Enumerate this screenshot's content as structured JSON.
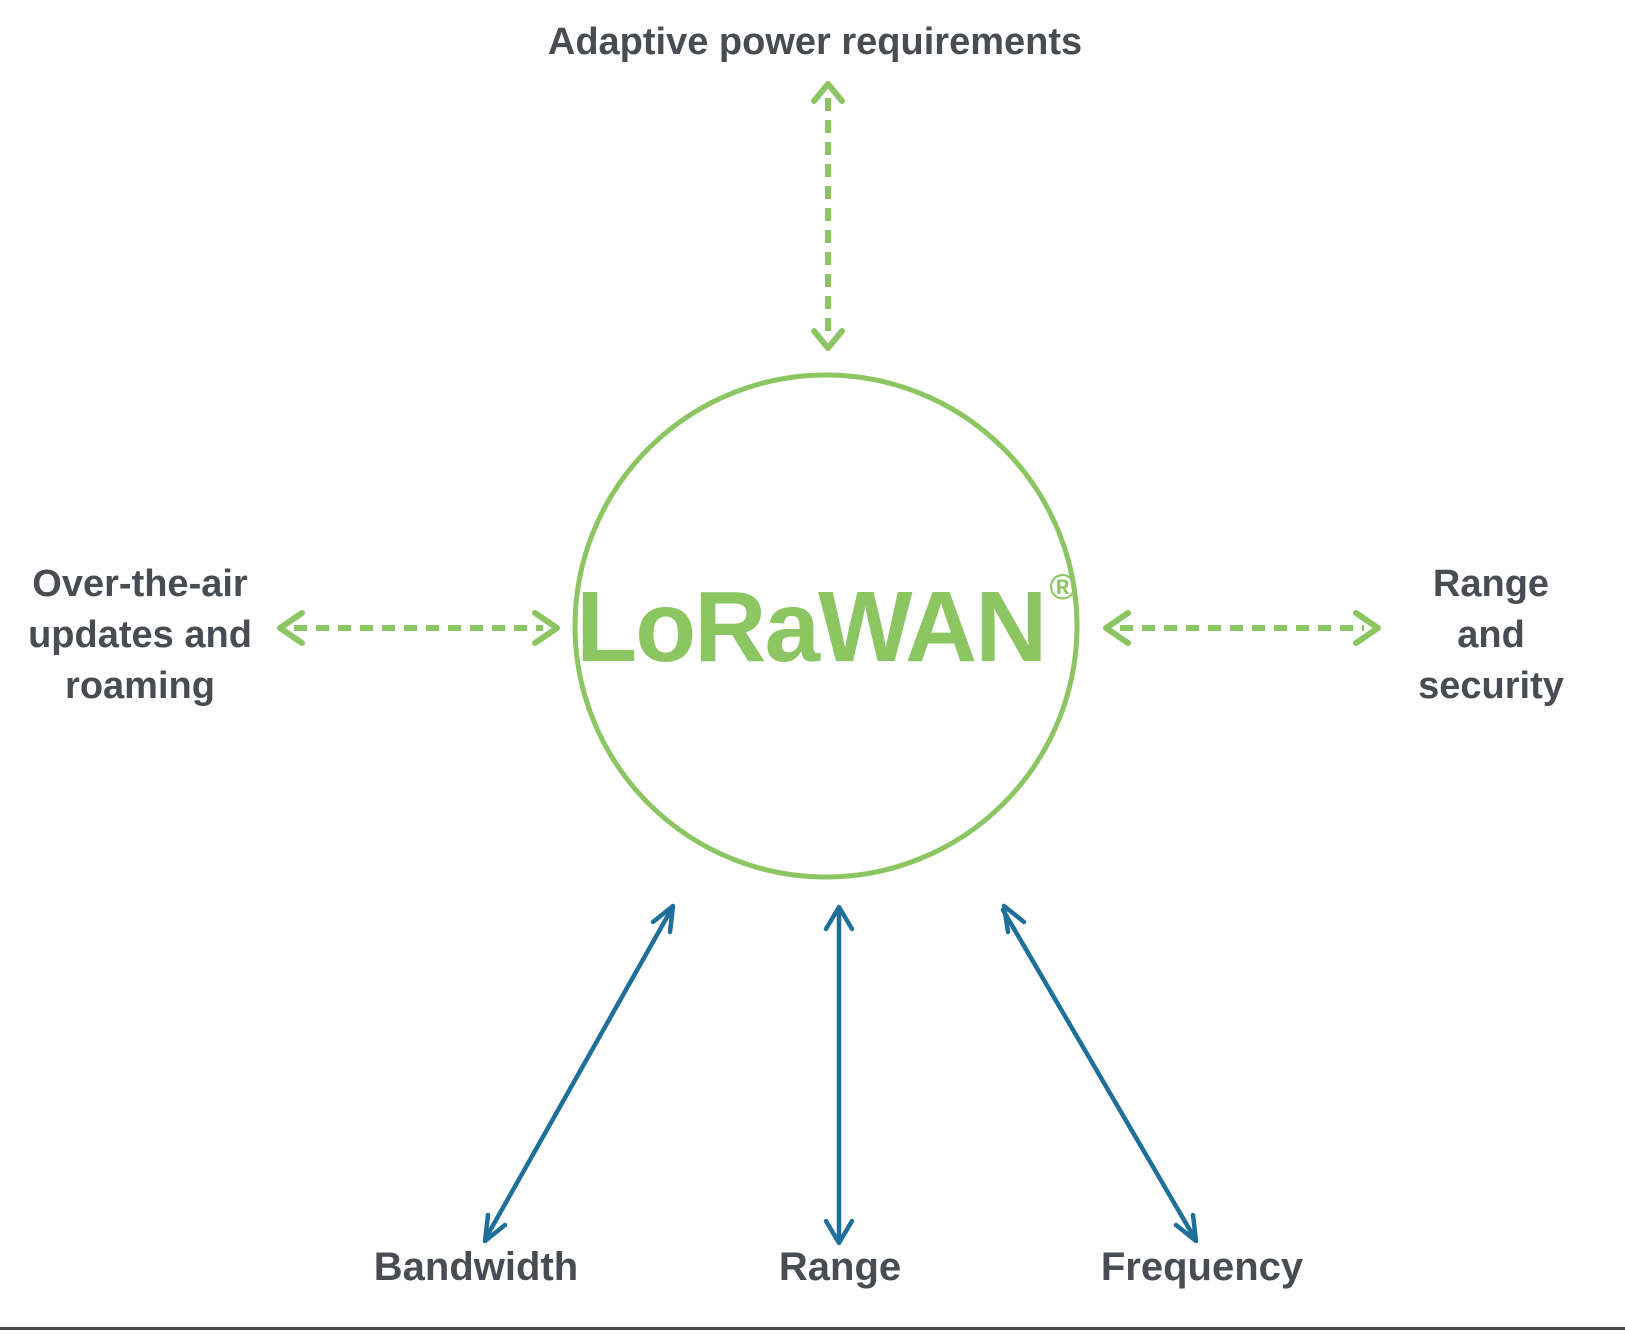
{
  "palette": {
    "green": "#8CC663",
    "blue": "#1E6F99",
    "text": "#484D53",
    "line": "#4A4E54",
    "bg": "#FFFFFF"
  },
  "center": {
    "wordmark": "LoRaWAN",
    "registered": "®"
  },
  "nodes": {
    "top": {
      "label": "Adaptive power requirements"
    },
    "left": {
      "label": "Over-the-air\nupdates and\nroaming"
    },
    "right": {
      "label": "Range\nand\nsecurity"
    },
    "bottom": [
      {
        "label": "Bandwidth"
      },
      {
        "label": "Range"
      },
      {
        "label": "Frequency"
      }
    ]
  },
  "arrows": {
    "top": {
      "style": "dashed",
      "color": "green",
      "heads": "both",
      "connects": "LoRaWAN ↔ Adaptive power requirements"
    },
    "left": {
      "style": "dashed",
      "color": "green",
      "heads": "both",
      "connects": "LoRaWAN ↔ Over-the-air updates and roaming"
    },
    "right": {
      "style": "dashed",
      "color": "green",
      "heads": "both",
      "connects": "LoRaWAN ↔ Range and security"
    },
    "bandwidth": {
      "style": "solid",
      "color": "blue",
      "heads": "both",
      "connects": "LoRaWAN ↔ Bandwidth"
    },
    "range": {
      "style": "solid",
      "color": "blue",
      "heads": "both",
      "connects": "LoRaWAN ↔ Range"
    },
    "frequency": {
      "style": "solid",
      "color": "blue",
      "heads": "both",
      "connects": "LoRaWAN ↔ Frequency"
    }
  }
}
